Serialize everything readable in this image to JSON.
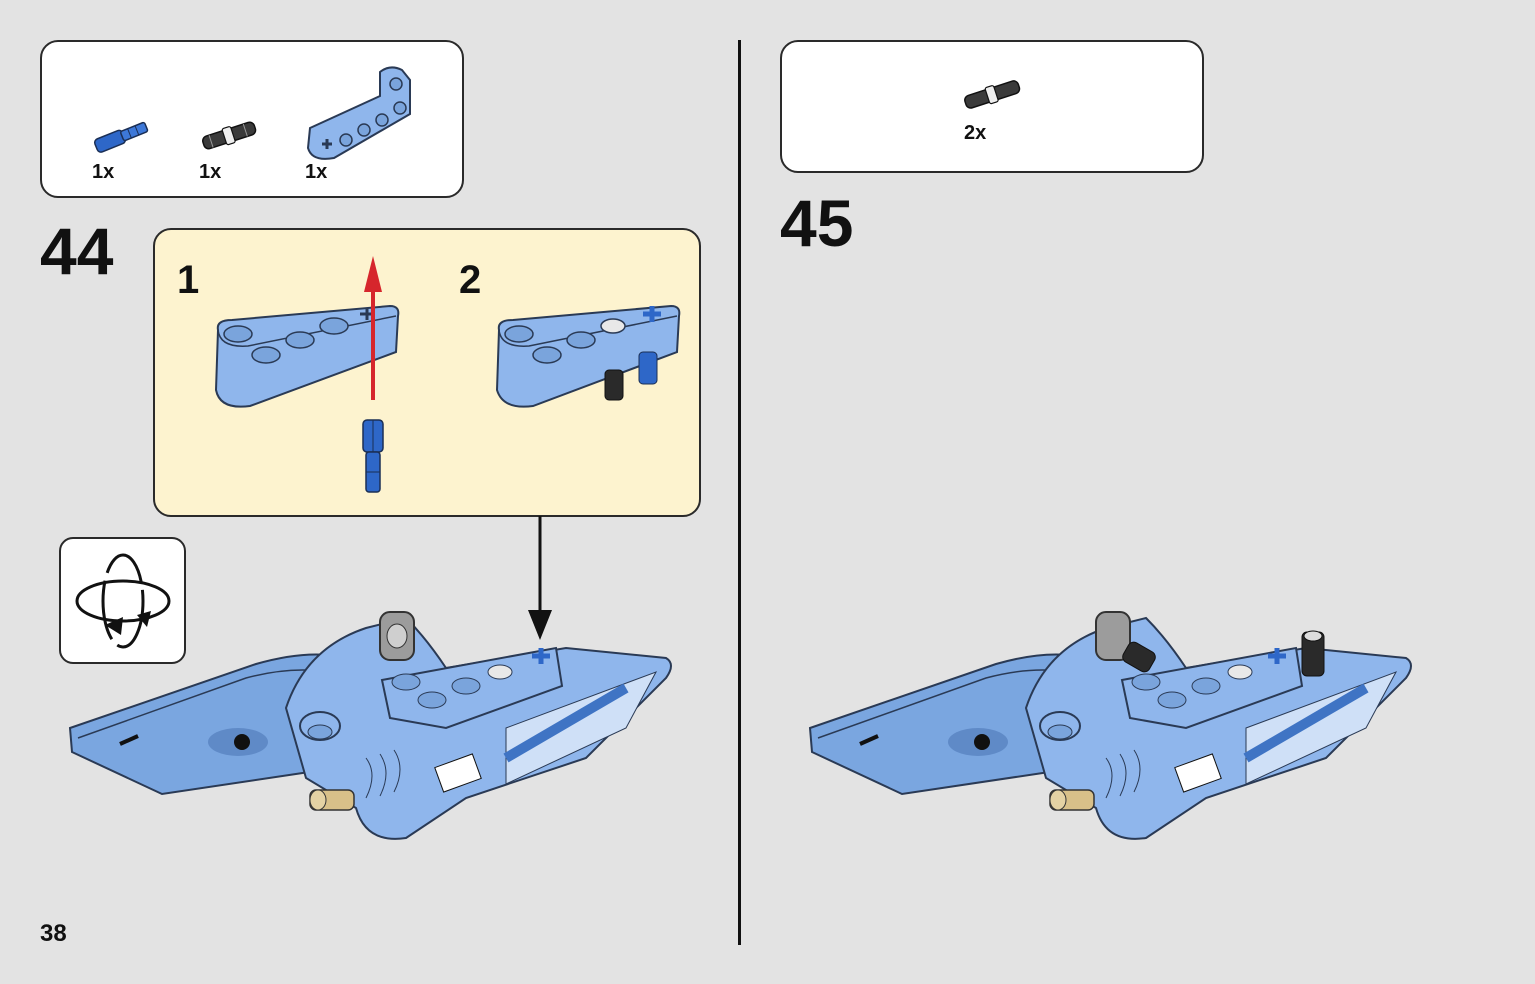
{
  "page": {
    "number": "38"
  },
  "step44": {
    "number": "44",
    "parts": [
      {
        "name": "blue-axle-pin",
        "qty": "1x"
      },
      {
        "name": "black-friction-pin",
        "qty": "1x"
      },
      {
        "name": "l-beam",
        "qty": "1x"
      }
    ],
    "substeps": [
      {
        "number": "1"
      },
      {
        "number": "2"
      }
    ],
    "rotate_icon": "rotate-model-icon"
  },
  "step45": {
    "number": "45",
    "parts": [
      {
        "name": "black-friction-pin",
        "qty": "2x"
      }
    ]
  },
  "colors": {
    "background": "#e3e3e3",
    "lego_blue": "#8fb6ec",
    "dark_blue": "#2e67c8",
    "sub_box": "#fdf3cf",
    "arrow_red": "#d6262c"
  }
}
